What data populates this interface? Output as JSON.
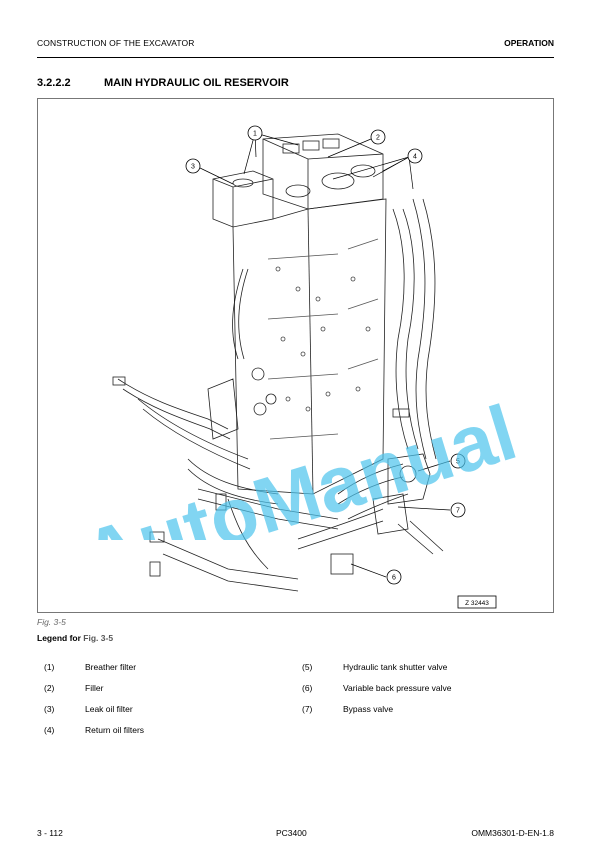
{
  "header": {
    "section_left": "CONSTRUCTION OF THE EXCAVATOR",
    "section_right": "OPERATION"
  },
  "section": {
    "number": "3.2.2.2",
    "title": "MAIN HYDRAULIC OIL RESERVOIR"
  },
  "figure": {
    "drawing_id": "Z 32443",
    "callouts": [
      "1",
      "2",
      "3",
      "4",
      "5",
      "6",
      "7"
    ],
    "caption": "Fig. 3-5"
  },
  "legend": {
    "title_prefix": "Legend for",
    "title_ref": "Fig. 3-5",
    "items": [
      {
        "num": "(1)",
        "label": "Breather filter"
      },
      {
        "num": "(2)",
        "label": "Filler"
      },
      {
        "num": "(3)",
        "label": "Leak oil filter"
      },
      {
        "num": "(4)",
        "label": "Return oil filters"
      },
      {
        "num": "(5)",
        "label": "Hydraulic tank shutter valve"
      },
      {
        "num": "(6)",
        "label": "Variable back pressure valve"
      },
      {
        "num": "(7)",
        "label": "Bypass valve"
      }
    ]
  },
  "watermark": {
    "text": "AutoManual",
    "color": "#4cc3ec"
  },
  "footer": {
    "page": "3 - 112",
    "model": "PC3400",
    "doc_id": "OMM36301-D-EN-1.8"
  }
}
